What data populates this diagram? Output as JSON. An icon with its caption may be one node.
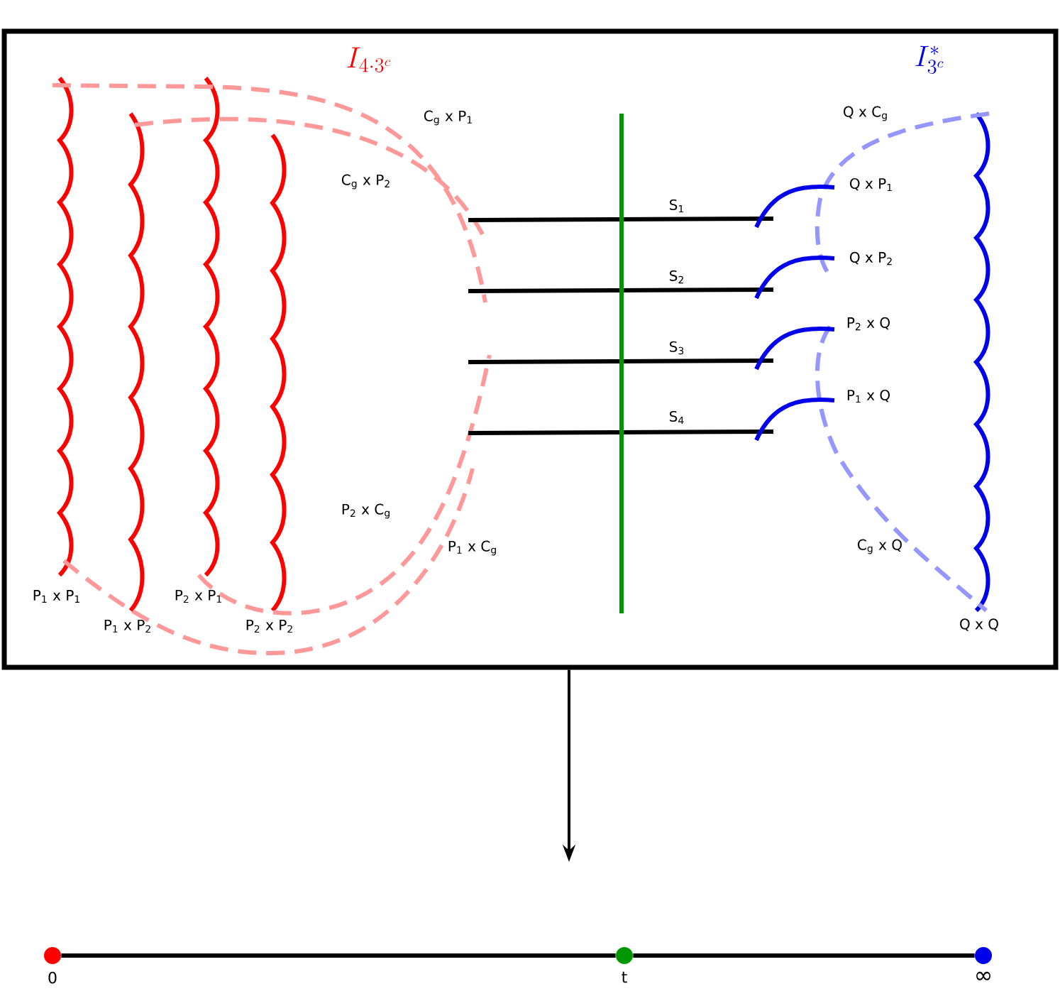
{
  "diagram": {
    "nodes": [
      {
        "text": [],
        "shape": "box"
      },
      {
        "text": [],
        "shape": "circle",
        "beside": [
          "0"
        ]
      },
      {
        "text": [],
        "shape": "circle",
        "beside": [
          "t"
        ]
      },
      {
        "text": [],
        "shape": "circle",
        "beside": [
          "∞"
        ]
      }
    ],
    "edges": [
      {
        "from": 0,
        "to": null,
        "arrow": "to"
      },
      {
        "from": 1,
        "to": 2,
        "arrow": "none"
      },
      {
        "from": 2,
        "to": 3,
        "arrow": "none"
      }
    ],
    "labels": [
      "I_{4\\cdot 3^{c}}",
      "I^{*}_{3^{c}}",
      "C$_{g}$ x P$_{1}$",
      "Q x C$_{g}$",
      "C$_{g}$ x P$_{2}$",
      "Q x P$_{1}$",
      "S$_{1}$",
      "Q x P$_{2}$",
      "S$_{2}$",
      "P$_{2}$ x Q",
      "S$_{3}$",
      "P$_{1}$ x Q",
      "S$_{4}$",
      "P$_{2}$ x C$_{g}$",
      "P$_{1}$ x C$_{g}$",
      "C$_{g}$ x Q",
      "P$_{1}$ x P$_{1}$",
      "P$_{2}$ x P$_{1}$",
      "P$_{1}$ x P$_{2}$",
      "P$_{2}$ x P$_{2}$",
      "Q x Q"
    ]
  }
}
